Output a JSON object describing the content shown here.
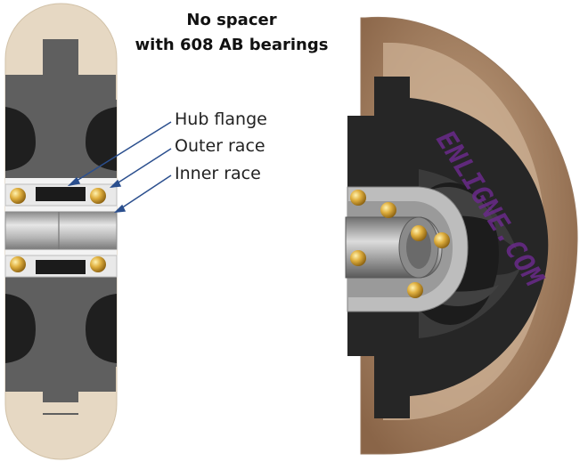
{
  "title": {
    "line1": "No spacer",
    "line2": "with 608 AB bearings"
  },
  "labels": [
    {
      "id": "hub-flange",
      "text": "Hub flange"
    },
    {
      "id": "outer-race",
      "text": "Outer race"
    },
    {
      "id": "inner-race",
      "text": "Inner race"
    }
  ],
  "watermark": "ENLIGNE.COM",
  "colors": {
    "tire": "#e6d8c3",
    "hub": "#5f5f5f",
    "hub_dark": "#2a2a2a",
    "ball": "#d9a73a",
    "axle": "#c4c4c4",
    "leader": "#2b4f8e",
    "watermark": "#6a2a8a",
    "tire_3d": "#a9856a"
  }
}
